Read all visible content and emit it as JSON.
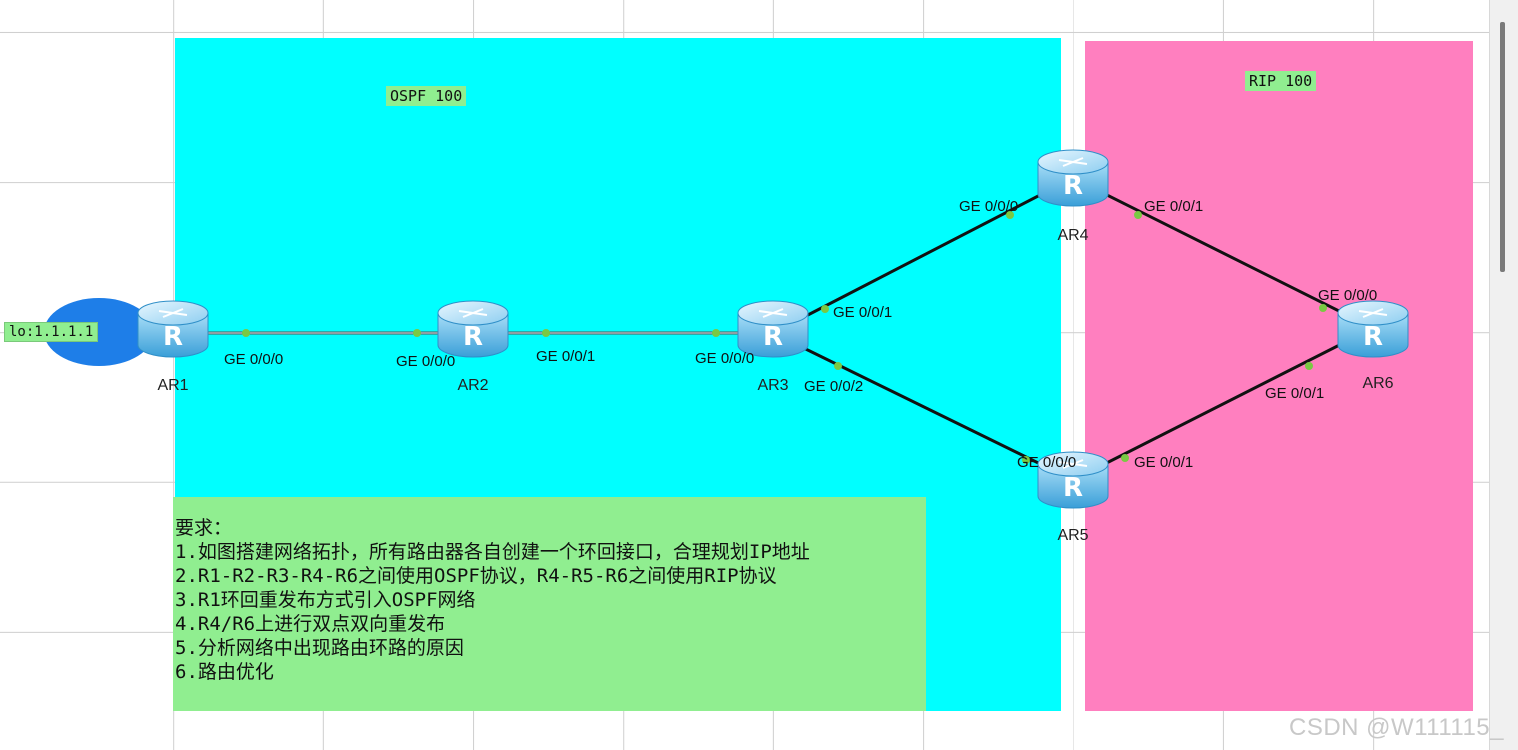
{
  "zones": {
    "ospf_label": "OSPF 100",
    "rip_label": "RIP 100",
    "ospf_color": "#00ffff",
    "rip_color": "#ff7fbf",
    "tag_color": "#90ee90"
  },
  "loopback": {
    "label": "lo:1.1.1.1"
  },
  "routers": {
    "ar1": "AR1",
    "ar2": "AR2",
    "ar3": "AR3",
    "ar4": "AR4",
    "ar5": "AR5",
    "ar6": "AR6"
  },
  "interfaces": {
    "ar1_g000": "GE 0/0/0",
    "ar2_g000": "GE 0/0/0",
    "ar2_g001": "GE 0/0/1",
    "ar3_g000": "GE 0/0/0",
    "ar3_g001": "GE 0/0/1",
    "ar3_g002": "GE 0/0/2",
    "ar4_g000": "GE 0/0/0",
    "ar4_g001": "GE 0/0/1",
    "ar6_g000": "GE 0/0/0",
    "ar6_g001": "GE 0/0/1",
    "ar5_g000": "GE 0/0/0",
    "ar5_g001": "GE 0/0/1"
  },
  "requirements": [
    "要求：",
    "1.如图搭建网络拓扑，所有路由器各自创建一个环回接口，合理规划IP地址",
    "2.R1-R2-R3-R4-R6之间使用OSPF协议，R4-R5-R6之间使用RIP协议",
    "3.R1环回重发布方式引入OSPF网络",
    "4.R4/R6上进行双点双向重发布",
    "5.分析网络中出现路由环路的原因",
    "6.路由优化"
  ],
  "watermark": "CSDN @W111115_"
}
